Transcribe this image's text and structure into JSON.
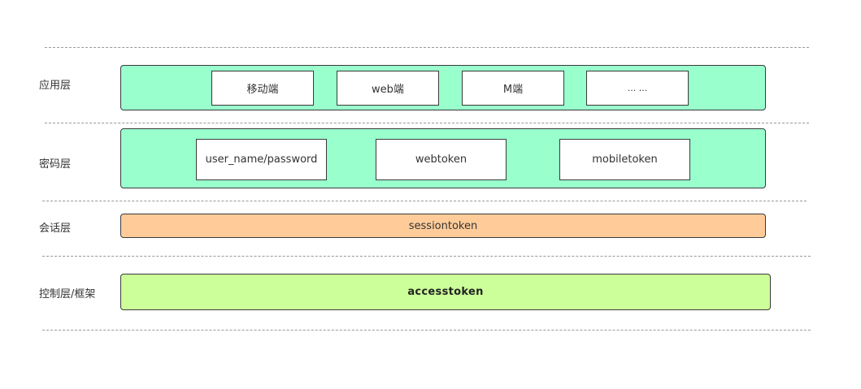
{
  "layers": {
    "application": {
      "label": "应用层",
      "items": [
        "移动端",
        "web端",
        "M端",
        "... ..."
      ]
    },
    "password": {
      "label": "密码层",
      "items": [
        "user_name/password",
        "webtoken",
        "mobiletoken"
      ]
    },
    "session": {
      "label": "会话层",
      "token": "sessiontoken"
    },
    "control": {
      "label": "控制层/框架",
      "token": "accesstoken"
    }
  },
  "colors": {
    "application_fill": "#99ffcc",
    "password_fill": "#99ffcc",
    "session_fill": "#ffcc99",
    "control_fill": "#ccff99",
    "border": "#3a3a3a",
    "divider": "#9a9a9a"
  }
}
